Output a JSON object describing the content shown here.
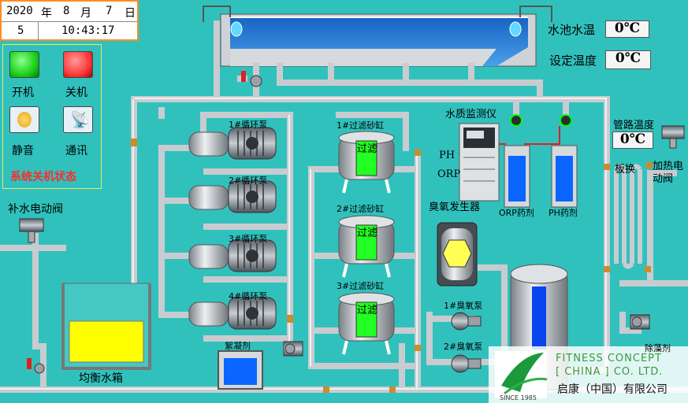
{
  "clock": {
    "year": "2020",
    "year_unit": "年",
    "month": "8",
    "month_unit": "月",
    "day": "7",
    "day_unit": "日",
    "weekday": "5",
    "time": "10:43:17"
  },
  "controls": {
    "power_on": "开机",
    "power_off": "关机",
    "mute": "静音",
    "comms": "通讯",
    "status": "系统关机状态"
  },
  "readouts": {
    "pool_temp_label": "水池水温",
    "pool_temp_value": "0℃",
    "set_temp_label": "设定温度",
    "set_temp_value": "0℃",
    "pipe_temp_label": "管路温度",
    "pipe_temp_value": "0℃"
  },
  "labels": {
    "makeup_valve": "补水电动阀",
    "pump1": "1#循环泵",
    "pump2": "2#循环泵",
    "pump3": "3#循环泵",
    "pump4": "4#循环泵",
    "filter1": "1#过滤砂缸",
    "filter2": "2#过滤砂缸",
    "filter3": "3#过滤砂缸",
    "filter_text": "过滤",
    "water_monitor": "水质监测仪",
    "ph": "PH",
    "orp": "ORP",
    "orp_agent": "ORP药剂",
    "ph_agent": "PH药剂",
    "ozone_gen": "臭氧发生器",
    "ozone_pump1": "1#臭氧泵",
    "ozone_pump2": "2#臭氧泵",
    "plate_exchange": "板换",
    "heating_valve": "加热电动阀",
    "flocculant": "絮凝剂",
    "balance_tank": "均衡水箱",
    "defoamer": "除藻剂"
  },
  "brand": {
    "name_en_1": "FITNESS CONCEPT",
    "name_en_2": "[ CHINA ] CO. LTD.",
    "name_cn": "启康（中国）有限公司",
    "since": "SINCE 1985"
  },
  "colors": {
    "background": "#31c1bd",
    "pipe": "#c8ccd0",
    "tank_yellow": "#ffff00",
    "filter_green": "#22ff22",
    "chem_blue": "#0a66ff",
    "off_red": "#ff3a3a",
    "on_green": "#1bd11b"
  }
}
